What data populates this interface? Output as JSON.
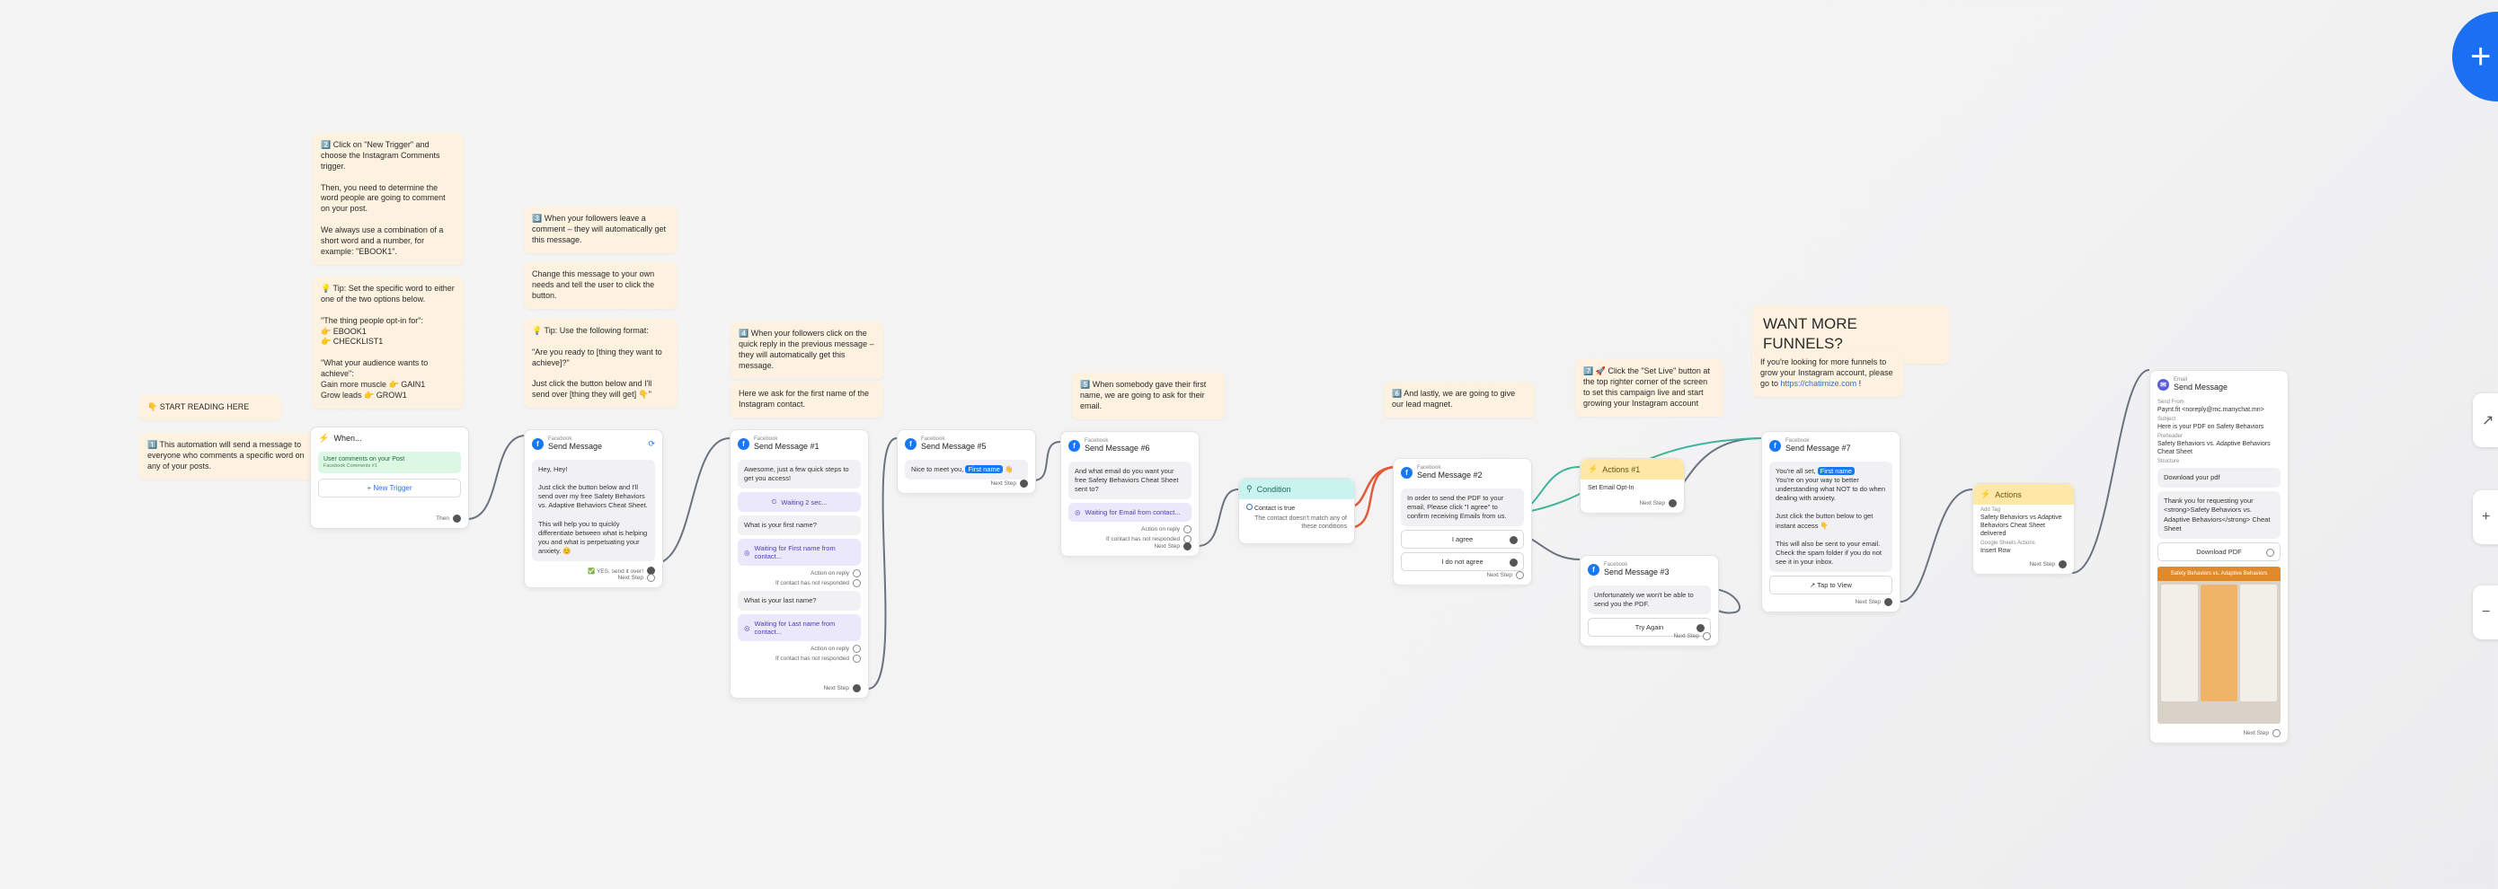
{
  "notes": {
    "start": "👇 START READING HERE",
    "intro": "1️⃣ This automation will send a message to everyone who comments a specific word on any of your posts.",
    "step2": "2️⃣ Click on \"New Trigger\" and choose the Instagram Comments trigger.\n\nThen, you need to determine the word people are going to comment on your post.\n\nWe always use a combination of a short word and a number, for example: \"EBOOK1\".",
    "tip1": "💡 Tip: Set the specific word to either one of the two options below.\n\n\"The thing people opt-in for\":\n👉 EBOOK1\n👉 CHECKLIST1\n\n\"What your audience wants to achieve\":\nGain more muscle 👉 GAIN1\nGrow leads 👉 GROW1",
    "step3": "3️⃣ When your followers leave a comment – they will automatically get this message.",
    "change": "Change this message to your own needs and tell the user to click the button.",
    "tip2": "💡 Tip: Use the following format:\n\n\"Are you ready to [thing they want to achieve]?\"\n\nJust click the button below and I'll send over [thing they will get] 👇\"",
    "step4": "4️⃣ When your followers click on the quick reply in the previous message – they will automatically get this message.",
    "askname": "Here we ask for the first name of the Instagram contact.",
    "step5": "5️⃣ When somebody gave their first name, we are going to ask for their email.",
    "step6": "6️⃣ And lastly, we are going to give our lead magnet.",
    "step7": "7️⃣ 🚀 Click the \"Set Live\" button at the top righter corner of the screen to set this campaign live and start growing your Instagram account",
    "funnels_title": "WANT MORE FUNNELS?",
    "funnels_body": "If you're looking for more funnels to grow your Instagram account, please go to",
    "funnels_link": "https://chatimize.com",
    "funnels_tail": "!"
  },
  "trigger": {
    "title": "When...",
    "item": "User comments on your Post",
    "item_sub": "Facebook Comments #1",
    "new_trigger": "+ New Trigger",
    "then": "Then"
  },
  "msg1": {
    "platform": "Facebook",
    "title": "Send Message",
    "body": "Hey, Hey!\n\nJust click the button below and I'll send over my free Safety Behaviors vs. Adaptive Behaviors Cheat Sheet.\n\nThis will help you to quickly differentiate between what is helping you and what is perpetuating your anxiety. 😊",
    "button": "✅ YES, send it over!",
    "next": "Next Step"
  },
  "msg2": {
    "platform": "Facebook",
    "title": "Send Message #1",
    "body": "Awesome, just a few quick steps to get you access!",
    "wait": "Waiting 2 sec...",
    "q1": "What is your first name?",
    "w1": "Waiting for First name from contact...",
    "q2": "What is your last name?",
    "w2": "Waiting for Last name from contact...",
    "reply": "Action on reply",
    "noresp": "If contact has not responded",
    "next": "Next Step"
  },
  "msg5": {
    "platform": "Facebook",
    "title": "Send Message #5",
    "body": "Nice to meet you,",
    "name_tag": "First name",
    "emoji": "👋",
    "next": "Next Step"
  },
  "msg6": {
    "platform": "Facebook",
    "title": "Send Message #6",
    "body": "And what email do you want your free Safety Behaviors Cheat Sheet sent to?",
    "wait": "Waiting for Email from contact...",
    "reply": "Action on reply",
    "noresp": "If contact has not responded",
    "next": "Next Step"
  },
  "cond": {
    "title": "Condition",
    "rule": "Contact is true",
    "else": "The contact doesn't match any of these conditions"
  },
  "msg2b": {
    "platform": "Facebook",
    "title": "Send Message #2",
    "body": "In order to send the PDF to your email, Please click \"I agree\" to confirm receiving Emails from us.",
    "agree": "I agree",
    "disagree": "I do not agree",
    "next": "Next Step"
  },
  "act1": {
    "title": "Actions #1",
    "body": "Set Email Opt-In",
    "next": "Next Step"
  },
  "msg3": {
    "platform": "Facebook",
    "title": "Send Message #3",
    "body": "Unfortunately we won't be able to send you the PDF.",
    "button": "Try Again",
    "next": "Next Step"
  },
  "msg7": {
    "platform": "Facebook",
    "title": "Send Message #7",
    "greet": "You're all set,",
    "name_tag": "First name",
    "body": "You're on your way to better understanding what NOT to do when dealing with anxiety.\n\nJust click the button below to get instant access 👇\n\nThis will also be sent to your email. Check the spam folder if you do not see it in your inbox.",
    "button": "Tap to View",
    "next": "Next Step"
  },
  "act2": {
    "title": "Actions",
    "l1": "Add Tag",
    "v1": "Safety Behaviors vs Adaptive Behaviors Cheat Sheet delivered",
    "l2": "Google Sheets Actions",
    "v2": "Insert Row",
    "next": "Next Step"
  },
  "email": {
    "platform": "Email",
    "title": "Send Message",
    "l_from": "Send From",
    "v_from": "Paynt.fit <noreply@mc.manychat.mn>",
    "l_subj": "Subject",
    "v_subj": "Here is your PDF on Safety Behaviors",
    "l_pre": "Preheader",
    "v_pre": "Safety Behaviors vs. Adaptive Behaviors Cheat Sheet",
    "l_struct": "Structure",
    "s1": "Download your pdf",
    "s2": "Thank you for requesting your <strong>Safety Behaviors vs. Adaptive Behaviors</strong> Cheat Sheet",
    "s3": "Download PDF",
    "preview_title": "Safety Behaviors vs. Adaptive Behaviors",
    "next": "Next Step"
  }
}
